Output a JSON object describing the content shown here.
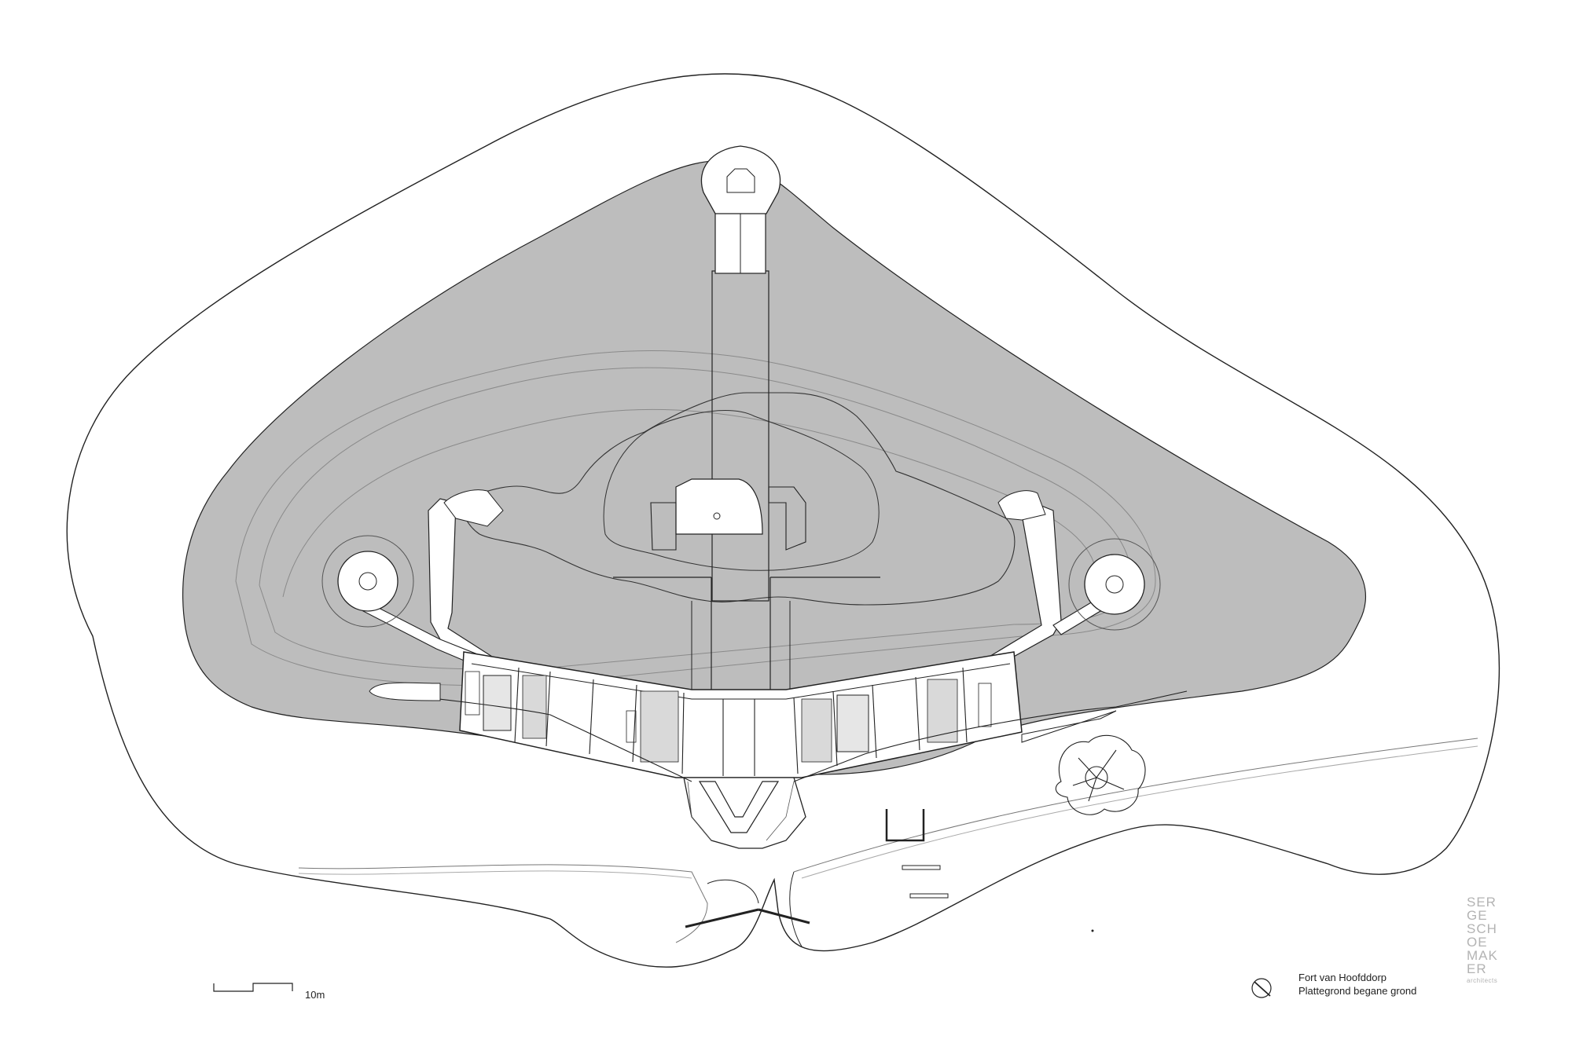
{
  "drawing": {
    "title": "Fort van Hoofddorp",
    "subtitle": "Plattegrond begane grond",
    "scale_label": "10m",
    "north_icon": "north-arrow-icon"
  },
  "logo": {
    "lines": [
      "SER",
      "GE",
      "SCH",
      "OE",
      "MAK",
      "ER"
    ],
    "caption": "architects"
  },
  "colors": {
    "island_fill": "#bdbdbd",
    "line": "#1a1a1a",
    "logo": "#b3b3b3"
  }
}
